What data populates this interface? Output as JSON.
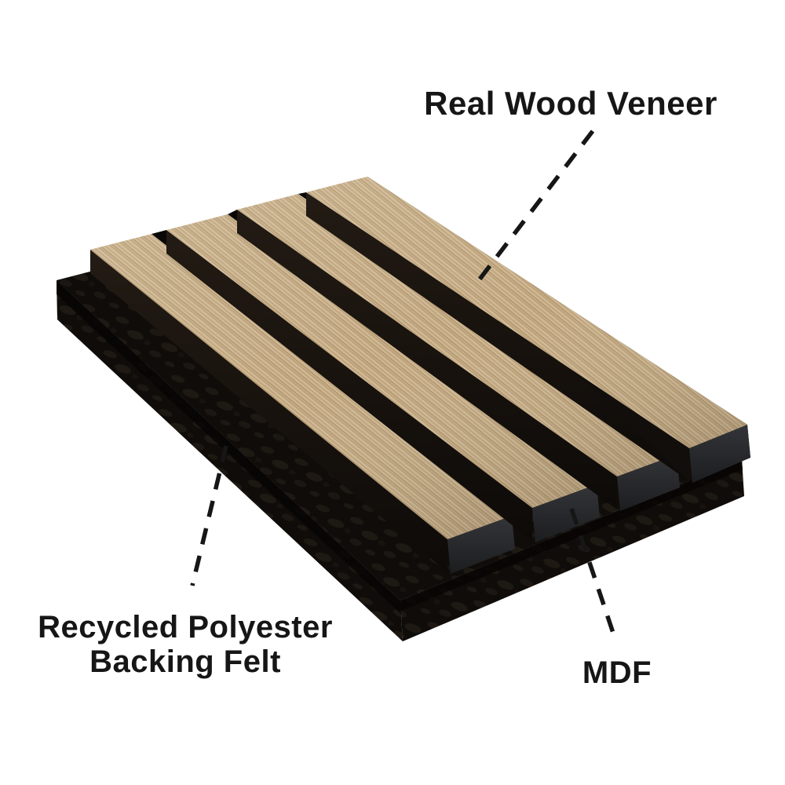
{
  "diagram": {
    "type": "product-cutaway-diagram",
    "subject": "acoustic wood slat wall panel",
    "annotations": [
      {
        "id": "real-wood-veneer",
        "label": "Real Wood Veneer",
        "points_to": "top face of wooden slat"
      },
      {
        "id": "recycled-polyester-backing-felt",
        "label_line1": "Recycled Polyester",
        "label_line2": "Backing Felt",
        "points_to": "black felt base edge"
      },
      {
        "id": "mdf",
        "label": "MDF",
        "points_to": "exposed slat end core"
      }
    ],
    "panel": {
      "slat_count": 4,
      "layers": [
        "Real Wood Veneer",
        "MDF",
        "Recycled Polyester Backing Felt"
      ]
    },
    "colors": {
      "background": "#ffffff",
      "text": "#161616",
      "leader_line": "#161616",
      "wood_base": "#c9b08a",
      "wood_grain_dark": "#b2976e",
      "wood_grain_light": "#d6c29e",
      "felt_dark": "#0f0c09",
      "felt_mottle": "#2a231c",
      "slat_side_dark": "#0d0a08",
      "mdf_end_light": "#343539",
      "mdf_end_dark": "#1c1d1f"
    }
  }
}
